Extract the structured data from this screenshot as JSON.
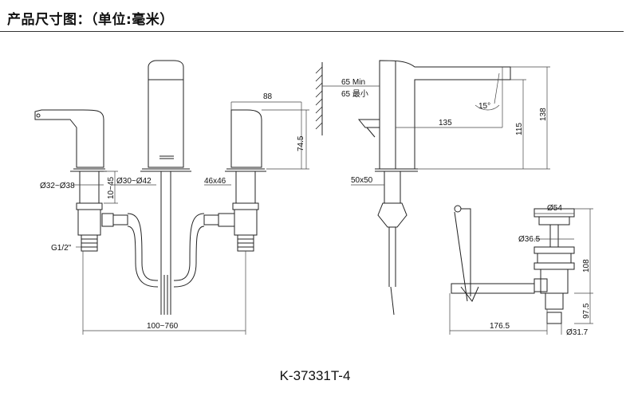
{
  "header": {
    "title": "产品尺寸图：（单位:毫米）"
  },
  "dimensions": {
    "d32_38": "Ø32~Ø38",
    "r10_45": "10~45",
    "d30_42": "Ø30~Ø42",
    "s46x46": "46x46",
    "g12": "G1/2\"",
    "w100_760": "100~760",
    "w88": "88",
    "h74_5": "74.5",
    "min65": "65 Min",
    "min65cn": "65 最小",
    "a15": "15°",
    "l135": "135",
    "h115": "115",
    "h138": "138",
    "s50x50": "50x50",
    "d54": "Ø54",
    "d36_5": "Ø36.5",
    "h108": "108",
    "h97_5": "97.5",
    "l176_5": "176.5",
    "d31_7": "Ø31.7"
  },
  "model": "K-37331T-4"
}
